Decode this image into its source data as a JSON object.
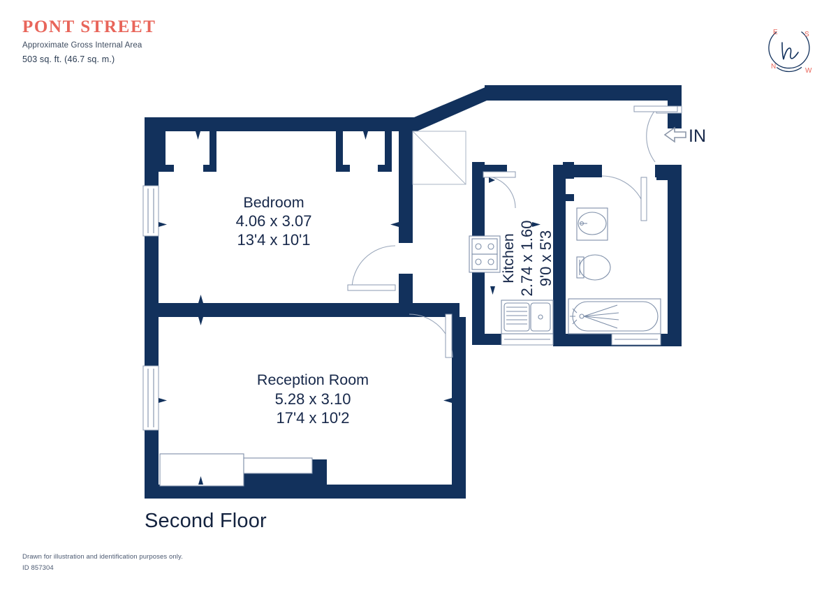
{
  "header": {
    "title": "PONT STREET",
    "area_label": "Approximate Gross Internal Area",
    "area_value": "503 sq. ft. (46.7 sq. m.)"
  },
  "compass": {
    "north": "N",
    "east": "E",
    "south": "S",
    "west": "W",
    "monogram": "h",
    "ring_color": "#12315c",
    "letter_color": "#e8655a"
  },
  "entrance": {
    "label": "IN",
    "icon": "arrow-left-icon"
  },
  "floor": {
    "label": "Second Floor"
  },
  "rooms": [
    {
      "key": "bedroom",
      "name": "Bedroom",
      "dim_metric": "4.06 x 3.07",
      "dim_imperial": "13'4 x 10'1"
    },
    {
      "key": "reception",
      "name": "Reception Room",
      "dim_metric": "5.28 x 3.10",
      "dim_imperial": "17'4 x 10'2"
    },
    {
      "key": "kitchen",
      "name": "Kitchen",
      "dim_metric": "2.74 x 1.60",
      "dim_imperial": "9'0 x 5'3"
    }
  ],
  "fixtures": [
    {
      "key": "hob",
      "name": "kitchen-hob"
    },
    {
      "key": "sink",
      "name": "kitchen-sink"
    },
    {
      "key": "basin",
      "name": "bathroom-basin"
    },
    {
      "key": "toilet",
      "name": "bathroom-toilet"
    },
    {
      "key": "bathtub",
      "name": "bathroom-bathtub"
    }
  ],
  "footer": {
    "disclaimer": "Drawn for illustration and identification purposes only.",
    "id": "ID 857304"
  },
  "colors": {
    "wall": "#12315c",
    "accent": "#e8655a",
    "text": "#17284a",
    "fixture": "#7d8ea8",
    "background": "#ffffff"
  }
}
